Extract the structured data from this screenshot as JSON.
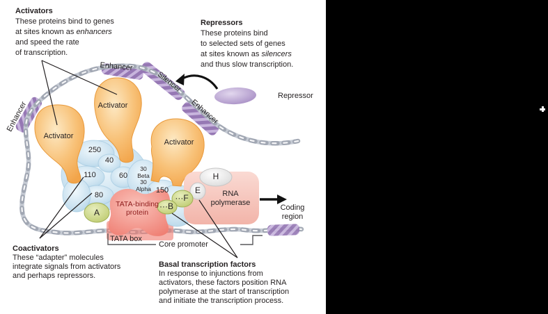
{
  "figure": {
    "notes": {
      "activators": {
        "title": "Activators",
        "l1": "These proteins bind to genes",
        "l2a": "at sites known as ",
        "l2b": "enhancers",
        "l3": "and speed the rate",
        "l4": "of transcription."
      },
      "repressors": {
        "title": "Repressors",
        "l1": "These proteins bind",
        "l2": "to selected sets of genes",
        "l3a": "at sites known as ",
        "l3b": "silencers",
        "l4": "and thus slow transcription."
      },
      "coactivators": {
        "title": "Coactivators",
        "l1": "These “adapter” molecules",
        "l2": "integrate signals from activators",
        "l3": "and perhaps repressors."
      },
      "basal": {
        "title": "Basal transcription factors",
        "l1": "In response to injunctions from",
        "l2": "activators, these factors position RNA",
        "l3": "polymerase at the start of transcription",
        "l4": "and initiate the transcription process."
      }
    },
    "dna_labels": {
      "enhancer_left": "Enhancer",
      "enhancer_top": "Enhancer",
      "silencer": "Silencer",
      "enhancer_right": "Enhancer"
    },
    "proteins": {
      "activator1": "Activator",
      "activator2": "Activator",
      "activator3": "Activator",
      "repressor": "Repressor",
      "tata_binding": "TATA-binding\nprotein",
      "rna_polymerase": "RNA\npolymerase"
    },
    "subunits": {
      "s250": "250",
      "s40": "40",
      "s110": "110",
      "s60": "60",
      "s80": "80",
      "s150": "150",
      "s30": "30\nBeta\n30\nAlpha",
      "fA": "A",
      "fB": "···B",
      "fF": "···F",
      "fE": "E",
      "fH": "H"
    },
    "region_labels": {
      "tata_box": "TATA box",
      "core_promoter": "Core promoter",
      "coding_region": "Coding\nregion"
    },
    "colors": {
      "activator_orange": "#F5AD52",
      "complex_blue": "#BEDBEC",
      "tbp_red": "#F2837A",
      "polymerase_pink": "#F7CCC3",
      "factor_green": "#CBD682",
      "repressor_purple": "#B49CC9",
      "dna_purple": "#9678B4",
      "dna_gray": "#C3C8D1",
      "text": "#231F20",
      "panel": "#000000"
    }
  }
}
